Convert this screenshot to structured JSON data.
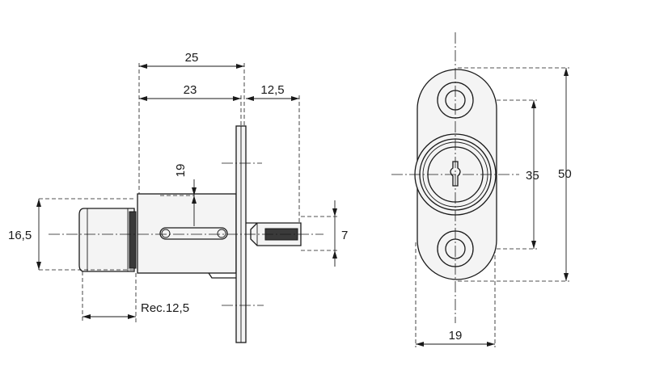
{
  "side_view": {
    "dims": {
      "total_length": "25",
      "body_length": "23",
      "bolt_projection": "12,5",
      "slot_length": "19",
      "cylinder_diameter": "16,5",
      "bolt_diameter": "7",
      "recess": "Rec.12,5"
    }
  },
  "front_view": {
    "dims": {
      "hole_spacing": "35",
      "overall_height": "50",
      "overall_width": "19"
    }
  }
}
